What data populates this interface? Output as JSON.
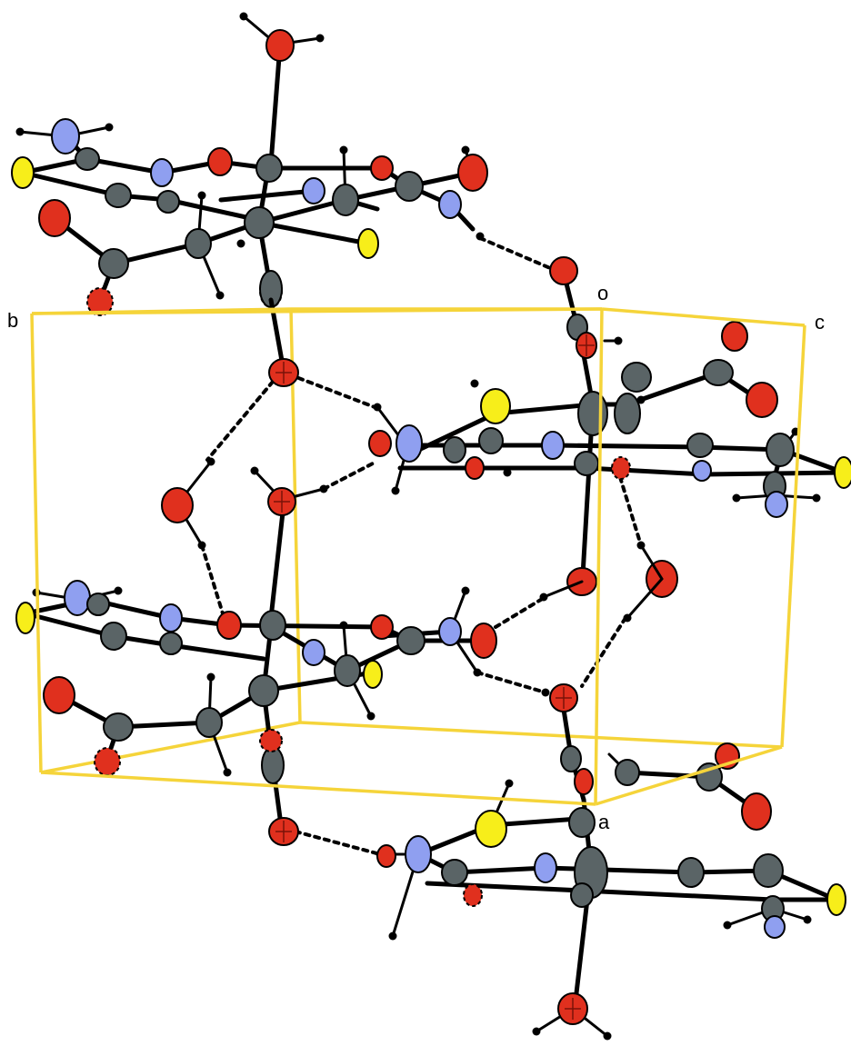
{
  "cell_axes": {
    "origin": "o",
    "a": "a",
    "b": "b",
    "c": "c"
  },
  "colors": {
    "oxygen": "#e0301e",
    "carbon": "#5a6466",
    "nitrogen": "#8f9ff0",
    "sulfur": "#f7ee1a",
    "hydrogen": "#000000",
    "unit_cell": "#f5d43a"
  }
}
